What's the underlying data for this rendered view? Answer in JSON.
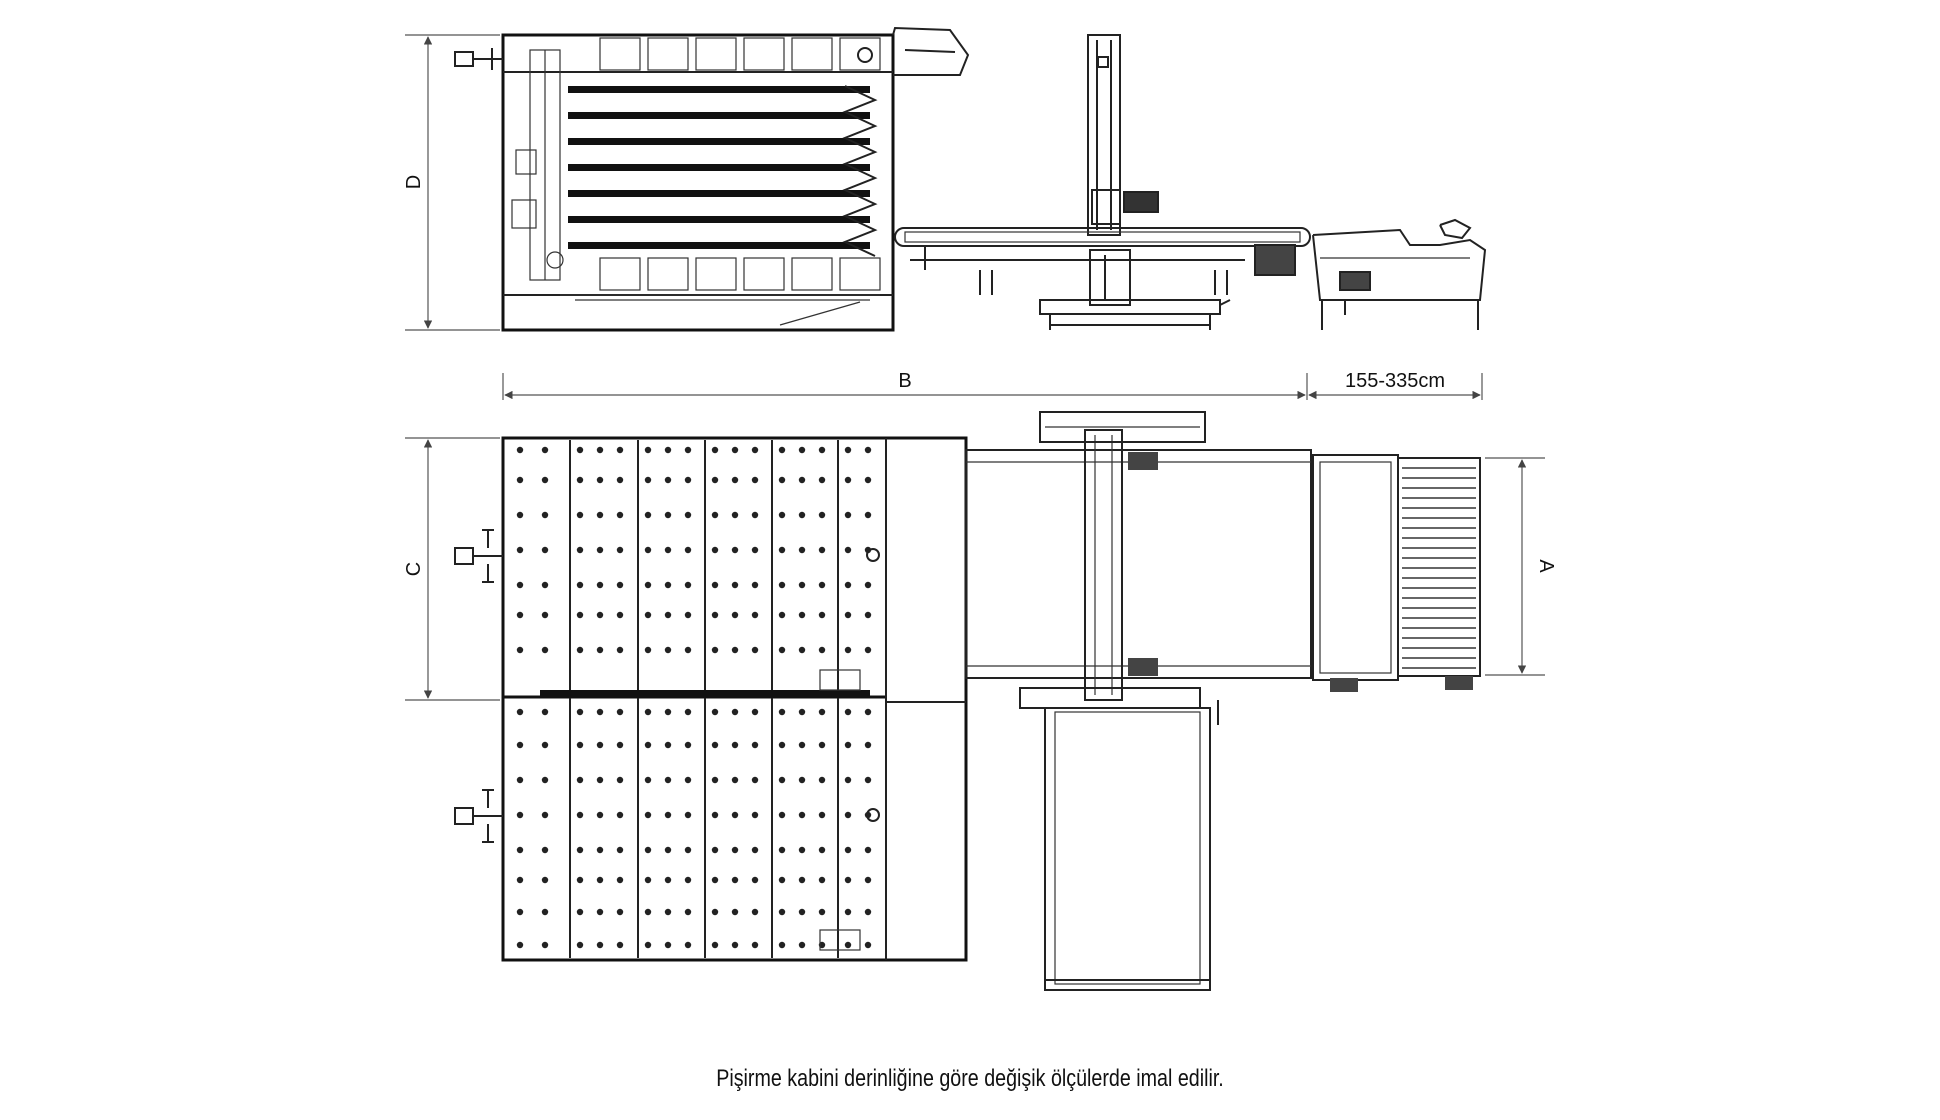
{
  "dimensions": {
    "d_label": "D",
    "b_label": "B",
    "range_label": "155-335cm",
    "c_label": "C",
    "a_label": "A"
  },
  "caption": "Pişirme kabini derinliğine göre değişik ölçülerde imal edilir."
}
